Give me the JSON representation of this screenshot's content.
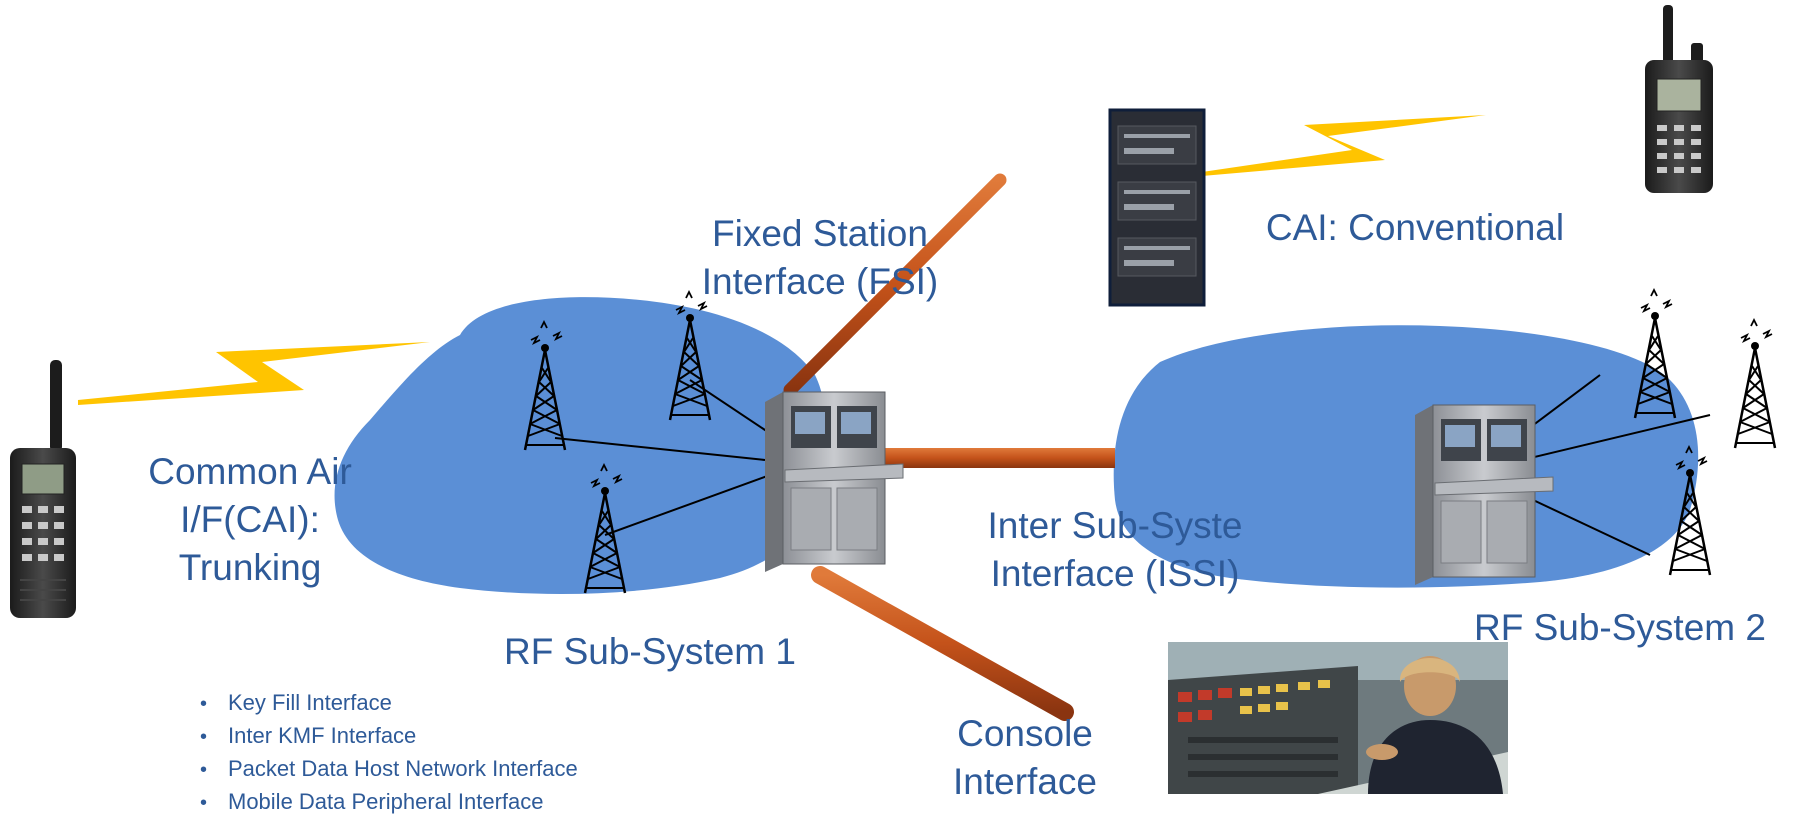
{
  "labels": {
    "fsi": [
      "Fixed Station",
      "Interface (FSI)"
    ],
    "cai_conventional": "CAI: Conventional",
    "cai_trunking": [
      "Common Air",
      "I/F(CAI):",
      "Trunking"
    ],
    "issi": [
      "Inter Sub-Syste",
      "Interface (ISSI)"
    ],
    "rf1": "RF Sub-System 1",
    "rf2": "RF Sub-System 2",
    "console": [
      "Console",
      "Interface"
    ]
  },
  "bullets": [
    "Key Fill Interface",
    "Inter KMF Interface",
    "Packet Data Host Network Interface",
    "Mobile Data Peripheral Interface"
  ],
  "colors": {
    "cloud": "#5b8fd6",
    "text": "#2e5a98",
    "link": "#c65a1e",
    "lightning": "#ffc400"
  },
  "icons": {
    "tower": "radio-tower-icon",
    "radio": "handheld-radio-icon",
    "switch": "switch-cabinet-icon",
    "rack": "fixed-station-rack-icon",
    "console": "dispatch-console-photo"
  }
}
